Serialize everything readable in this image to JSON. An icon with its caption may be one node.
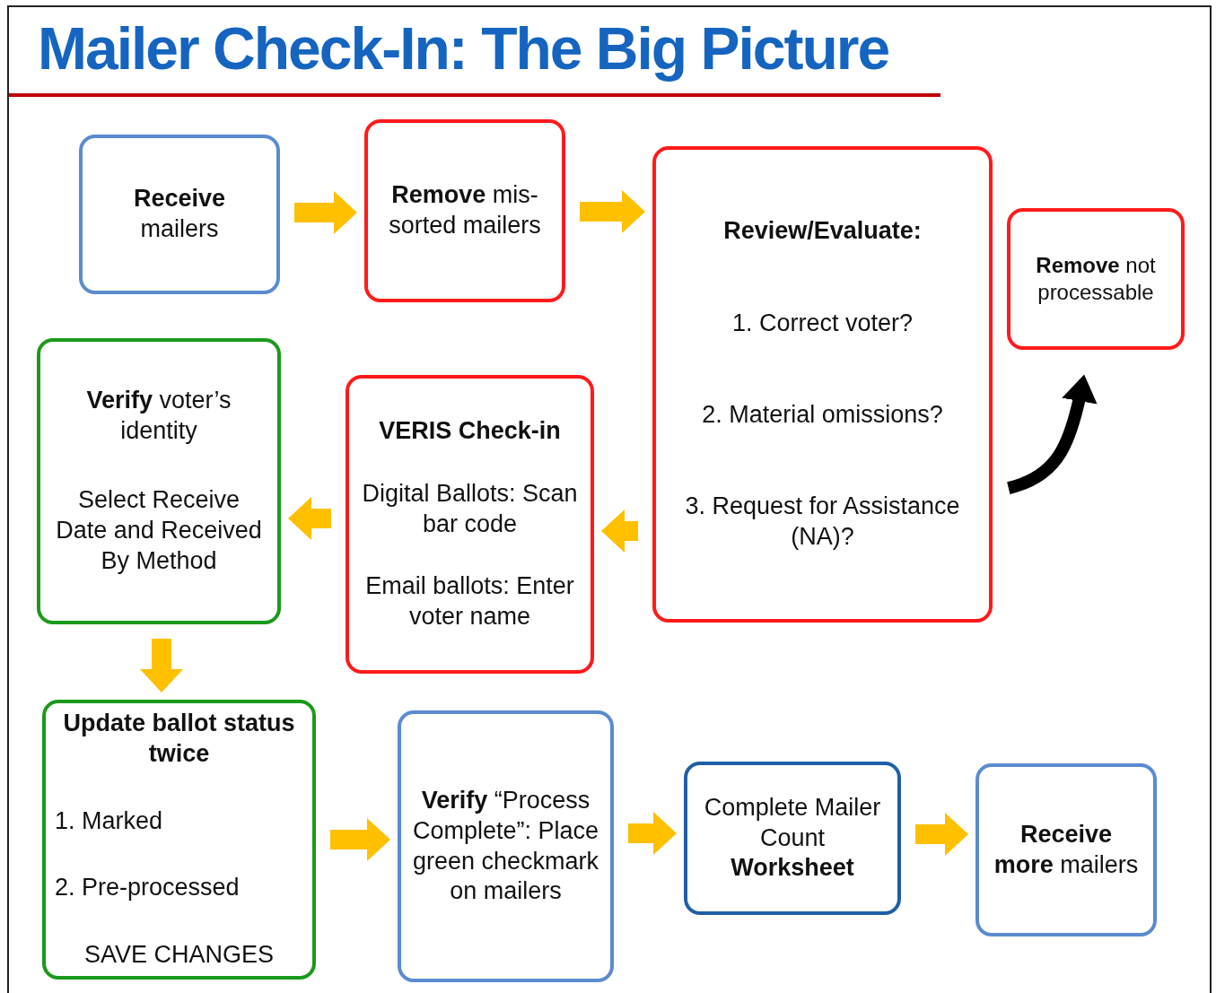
{
  "diagram": {
    "title": "Mailer Check-In:  The Big Picture",
    "nodes": [
      {
        "text": [
          "**Receive** mailers"
        ]
      },
      {
        "text": [
          "**Remove** mis-sorted mailers"
        ]
      },
      {
        "text": [
          "Review/Evaluate:",
          "1.   Correct voter?",
          "2.   Material omissions?",
          "3. Request for Assistance (NA)?"
        ]
      },
      {
        "text": [
          "**Remove** not processable"
        ]
      },
      {
        "text": [
          "**Verify** voter’s identity",
          "Select Receive Date and Received By Method"
        ]
      },
      {
        "text": [
          "VERIS Check-in",
          "Digital Ballots: Scan bar code",
          "Email ballots: Enter voter name"
        ]
      },
      {
        "text": [
          "Update ballot status twice",
          "1.   Marked",
          "2. Pre-processed",
          "SAVE CHANGES"
        ]
      },
      {
        "text": [
          "**Verify** “Process Complete”: Place green checkmark on mailers"
        ]
      },
      {
        "text": [
          "Complete Mailer Count **Worksheet**"
        ]
      },
      {
        "text": [
          "**Receive more** mailers"
        ]
      }
    ],
    "edges": [
      {
        "from": 0,
        "to": 1,
        "arrow": "to"
      },
      {
        "from": 1,
        "to": 2,
        "arrow": "to"
      },
      {
        "from": 2,
        "to": 3,
        "arrow": "to",
        "color": "#000000"
      },
      {
        "from": 2,
        "to": 5,
        "arrow": "to"
      },
      {
        "from": 5,
        "to": 4,
        "arrow": "to"
      },
      {
        "from": 4,
        "to": 6,
        "arrow": "to"
      },
      {
        "from": 6,
        "to": 7,
        "arrow": "to"
      },
      {
        "from": 7,
        "to": 8,
        "arrow": "to"
      },
      {
        "from": 8,
        "to": 9,
        "arrow": "to"
      }
    ]
  }
}
